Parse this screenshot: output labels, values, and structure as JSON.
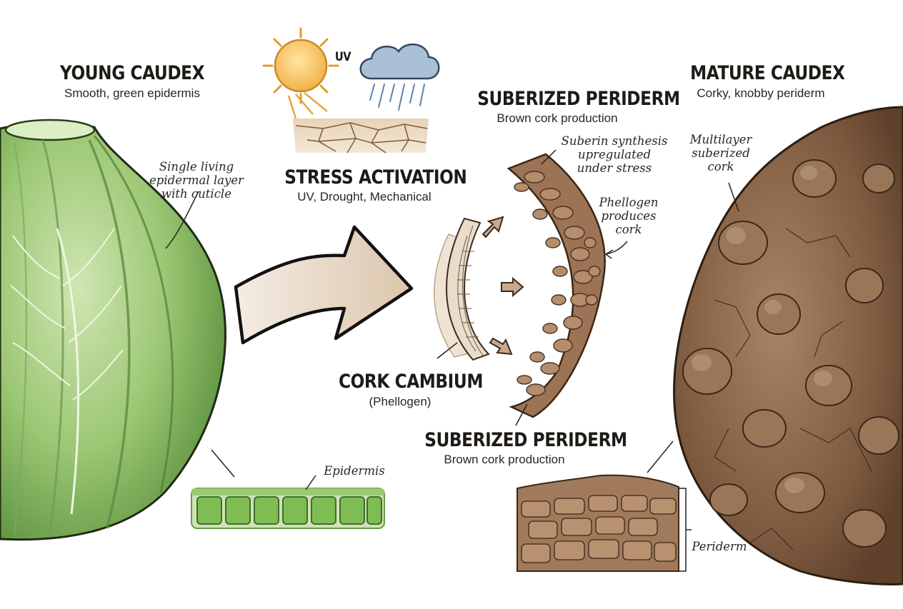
{
  "young": {
    "title": "YOUNG CAUDEX",
    "subtitle": "Smooth, green epidermis",
    "note_lines": [
      "Single living",
      "epidermal layer",
      "with cuticle"
    ],
    "detail_label": "Epidermis"
  },
  "stress": {
    "uv_label": "UV",
    "title": "STRESS ACTIVATION",
    "subtitle": "UV, Drought, Mechanical"
  },
  "cambium": {
    "title": "CORK CAMBIUM",
    "subtitle": "(Phellogen)"
  },
  "periderm_top": {
    "title": "SUBERIZED PERIDERM",
    "subtitle": "Brown cork production"
  },
  "periderm_bottom": {
    "title": "SUBERIZED PERIDERM",
    "subtitle": "Brown cork production"
  },
  "notes": {
    "suberin_lines": [
      "Suberin synthesis",
      "upregulated",
      "under stress"
    ],
    "phellogen_lines": [
      "Phellogen",
      "produces",
      "cork"
    ]
  },
  "mature": {
    "title": "MATURE CAUDEX",
    "subtitle": "Corky, knobby periderm",
    "note_lines": [
      "Multilayer",
      "suberized",
      "cork"
    ],
    "detail_label": "Periderm"
  },
  "colors": {
    "green_light": "#b9d99a",
    "green_dark": "#5f9440",
    "cork_brown": "#8a6446",
    "cork_dark": "#5e402b",
    "arrow_beige": "#e6d5c2"
  }
}
